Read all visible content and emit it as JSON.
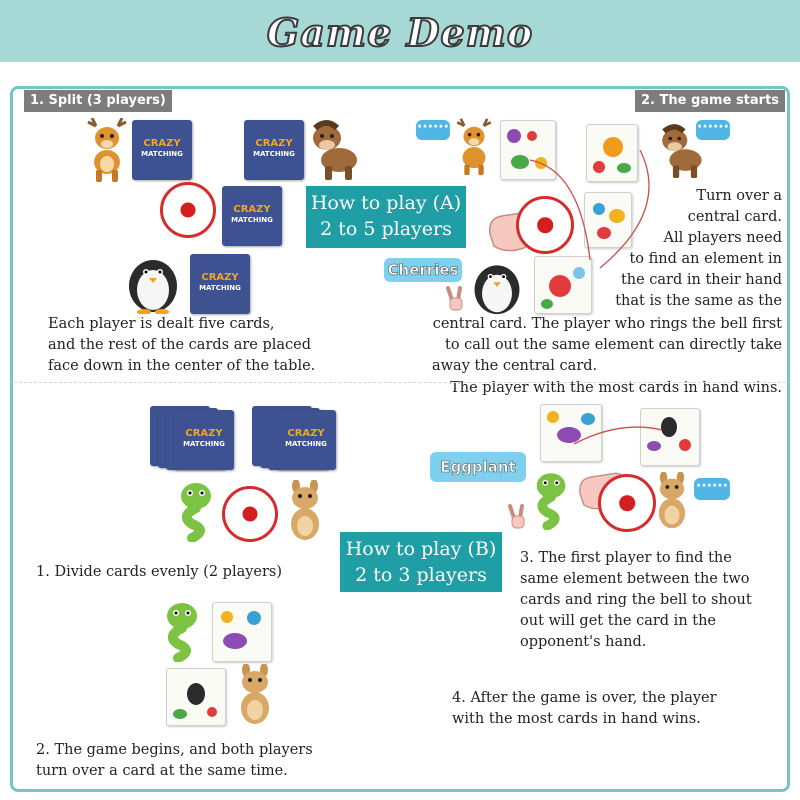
{
  "header": {
    "title": "Game Demo",
    "bg": "#a6d9d6"
  },
  "section_a": {
    "tag_split": "1. Split (3 players)",
    "tag_start": "2. The game starts",
    "play_title": "How to play (A)",
    "play_players": "2 to 5 players",
    "card_logo_top": "CRAZY",
    "card_logo_bottom": "MATCHING",
    "bubble_cherries": "Cherries",
    "deal_lines": [
      "Each player is dealt five cards,",
      "and the rest of the cards are placed",
      "face down in the center of the table."
    ],
    "turn_lines": [
      "Turn over a",
      "central card.",
      "All players need",
      "to find an element in",
      "the card in their hand",
      "that is the same as the"
    ],
    "bell_lines": [
      "central card. The player who rings the bell first",
      "to call out the same element can directly take",
      "away the central card."
    ],
    "win_line": "The player with the most cards in hand wins."
  },
  "section_b": {
    "play_title": "How to play (B)",
    "play_players": "2 to 3 players",
    "bubble_eggplant": "Eggplant",
    "step1": "1. Divide cards evenly (2 players)",
    "step2_lines": [
      "2. The game begins, and both players",
      "turn over a card at the same time."
    ],
    "step3_lines": [
      "3. The first player to find the",
      "same element between the two",
      "cards and ring the bell to shout",
      "out will get the card in the",
      "opponent's hand."
    ],
    "step4_lines": [
      "4. After the game is over, the player",
      "with the most cards in hand wins."
    ]
  },
  "colors": {
    "frame": "#75c7c4",
    "play_box": "#1f9ea5",
    "card_back": "#3e5292",
    "bell_red": "#d52b2b",
    "tag_bg": "#7d7d7d"
  },
  "icons": [
    "deer-icon",
    "horse-icon",
    "penguin-icon",
    "snake-icon",
    "kangaroo-icon",
    "hand-icon",
    "peace-hand-icon",
    "speech-bubble-icon",
    "bell-icon"
  ]
}
